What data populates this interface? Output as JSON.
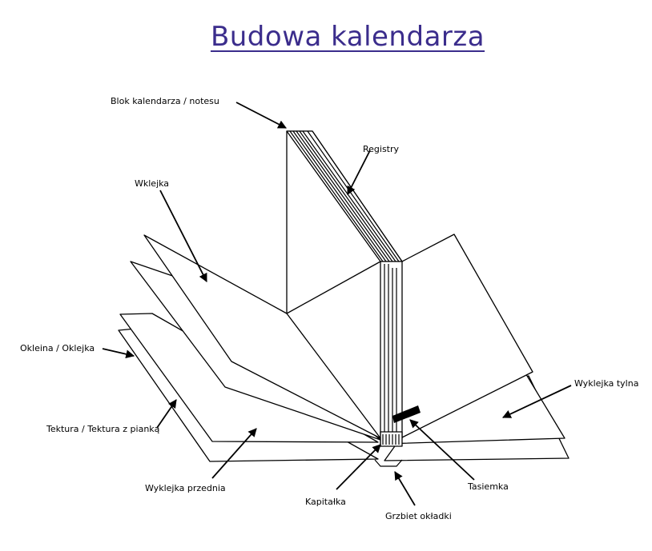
{
  "title": "Budowa kalendarza ",
  "labels": {
    "blok": "Blok kalendarza / notesu",
    "registry": "Registry",
    "wklejka": "Wklejka",
    "okleina": "Okleina / Oklejka",
    "tektura": "Tektura /  Tektura z pianką",
    "wyklejka_przednia": "Wyklejka przednia",
    "kapitalka": "Kapitałka",
    "grzbiet": "Grzbiet okładki",
    "tasiemka": "Tasiemka",
    "wyklejka_tylna": "Wyklejka tylna"
  }
}
